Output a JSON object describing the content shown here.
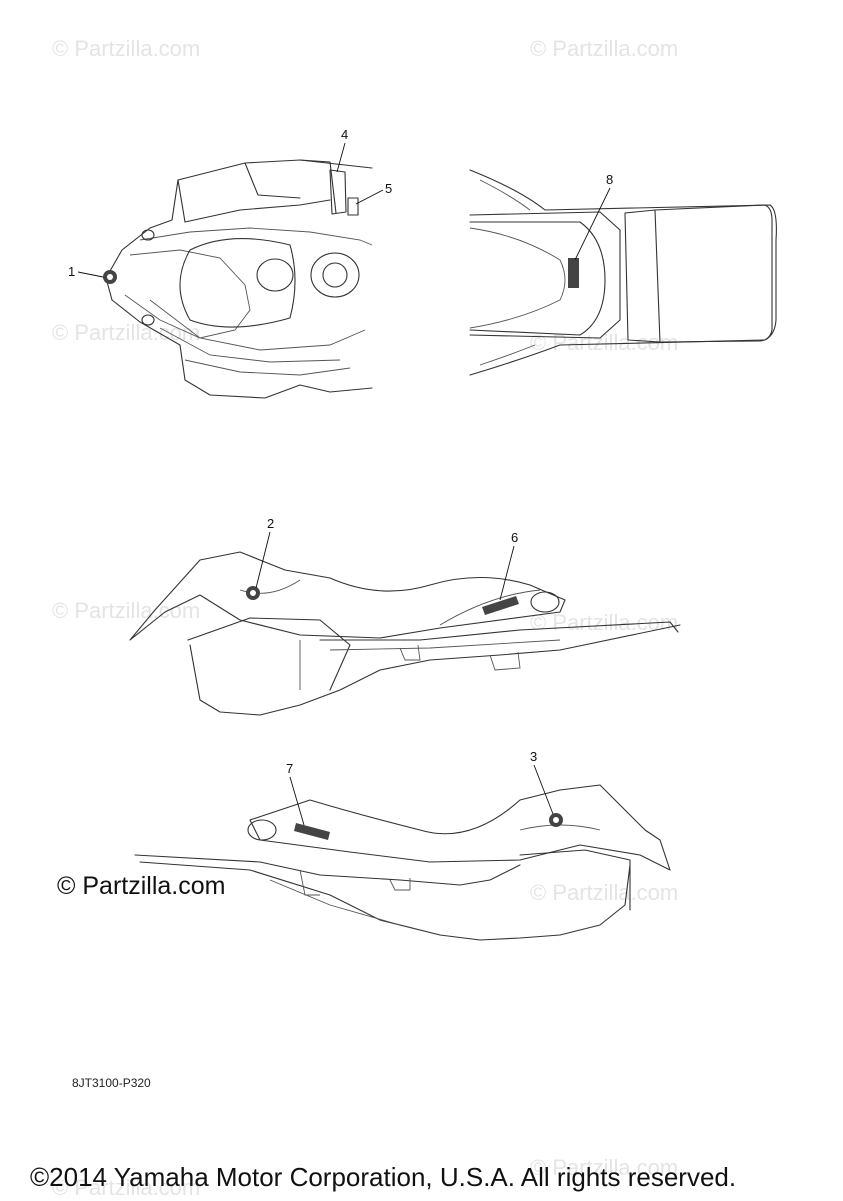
{
  "watermark": {
    "text": "© Partzilla.com"
  },
  "brand_watermark": "© Partzilla.com",
  "drawing_code": "8JT3100-P320",
  "copyright": "©2014 Yamaha Motor Corporation, U.S.A. All rights reserved.",
  "callouts": {
    "c1": "1",
    "c2": "2",
    "c3": "3",
    "c4": "4",
    "c5": "5",
    "c6": "6",
    "c7": "7",
    "c8": "8"
  }
}
